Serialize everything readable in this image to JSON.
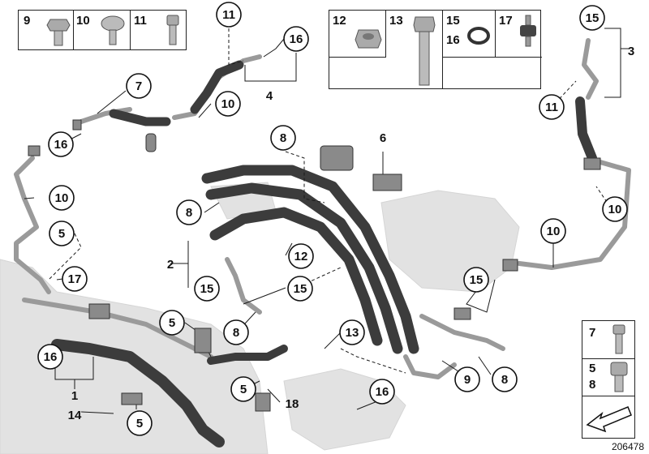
{
  "colors": {
    "line": "#1a1a1a",
    "hose": "#3c3c3c",
    "pipe": "#9a9a9a",
    "ghost": "#d7d7d7"
  },
  "legend_boxes": {
    "top_left": [
      {
        "label": "9",
        "part": "hex-bolt"
      },
      {
        "label": "10",
        "part": "torx-screw"
      },
      {
        "label": "11",
        "part": "socket-screw"
      }
    ],
    "top_middle": [
      {
        "label": "12",
        "part": "flange-nut"
      },
      {
        "label": "13",
        "part": "long-bolt"
      },
      {
        "label": "15",
        "label2": "16",
        "part": "o-ring"
      },
      {
        "label": "17",
        "part": "rubber-mount"
      }
    ],
    "bottom_right": [
      {
        "label": "7",
        "part": "socket-screw"
      },
      {
        "label": "5",
        "label2": "8",
        "part": "socket-screw"
      }
    ]
  },
  "callouts": [
    {
      "id": "c11a",
      "label": "11"
    },
    {
      "id": "c16a",
      "label": "16"
    },
    {
      "id": "c4",
      "label": "4"
    },
    {
      "id": "c7",
      "label": "7"
    },
    {
      "id": "c10a",
      "label": "10"
    },
    {
      "id": "c16b",
      "label": "16"
    },
    {
      "id": "c10b",
      "label": "10"
    },
    {
      "id": "c5a",
      "label": "5"
    },
    {
      "id": "c17",
      "label": "17"
    },
    {
      "id": "c8a",
      "label": "8"
    },
    {
      "id": "c6",
      "label": "6"
    },
    {
      "id": "c8b",
      "label": "8"
    },
    {
      "id": "c2",
      "label": "2"
    },
    {
      "id": "c15a",
      "label": "15"
    },
    {
      "id": "c12",
      "label": "12"
    },
    {
      "id": "c15b",
      "label": "15"
    },
    {
      "id": "c8c",
      "label": "8"
    },
    {
      "id": "c5b",
      "label": "5"
    },
    {
      "id": "c13",
      "label": "13"
    },
    {
      "id": "c16c",
      "label": "16"
    },
    {
      "id": "c1",
      "label": "1"
    },
    {
      "id": "c14",
      "label": "14"
    },
    {
      "id": "c5c",
      "label": "5"
    },
    {
      "id": "c5d",
      "label": "5"
    },
    {
      "id": "c18",
      "label": "18"
    },
    {
      "id": "c16d",
      "label": "16"
    },
    {
      "id": "c9",
      "label": "9"
    },
    {
      "id": "c8d",
      "label": "8"
    },
    {
      "id": "c15c",
      "label": "15"
    },
    {
      "id": "c10c",
      "label": "10"
    },
    {
      "id": "c15d",
      "label": "15"
    },
    {
      "id": "c3",
      "label": "3"
    },
    {
      "id": "c11b",
      "label": "11"
    },
    {
      "id": "c10d",
      "label": "10"
    }
  ],
  "diagram_number": "206478"
}
